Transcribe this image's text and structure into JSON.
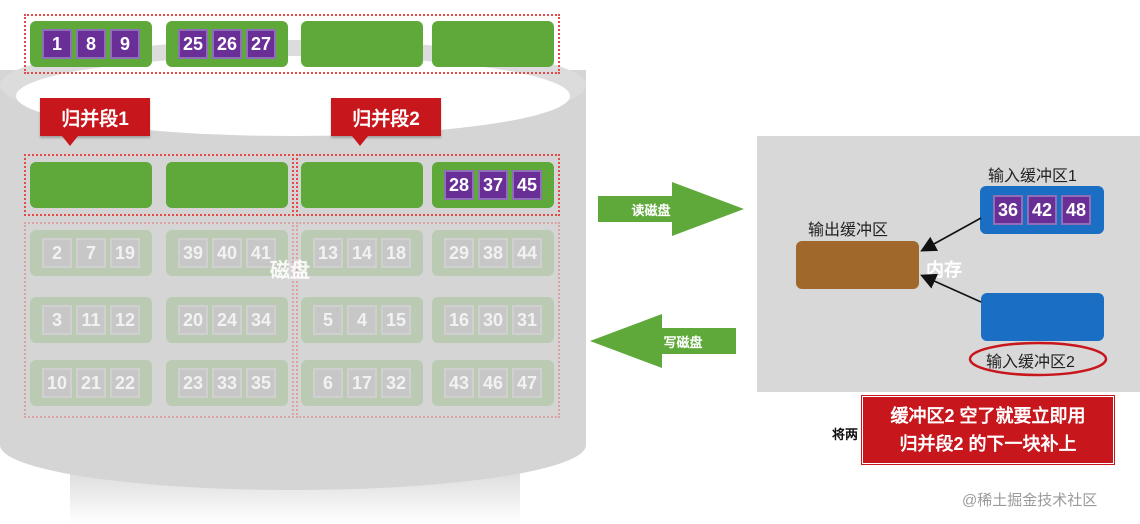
{
  "top_row": {
    "blocks": [
      {
        "values": [
          "1",
          "8",
          "9"
        ]
      },
      {
        "values": [
          "25",
          "26",
          "27"
        ]
      },
      {
        "values": []
      },
      {
        "values": []
      }
    ]
  },
  "segments": {
    "seg1_label": "归并段1",
    "seg2_label": "归并段2"
  },
  "active_row": {
    "blocks": [
      {
        "values": []
      },
      {
        "values": []
      },
      {
        "values": []
      },
      {
        "values": [
          "28",
          "37",
          "45"
        ]
      }
    ]
  },
  "faded_rows": [
    {
      "blocks": [
        [
          "2",
          "7",
          "19"
        ],
        [
          "39",
          "40",
          "41"
        ],
        [
          "13",
          "14",
          "18"
        ],
        [
          "29",
          "38",
          "44"
        ]
      ]
    },
    {
      "blocks": [
        [
          "3",
          "11",
          "12"
        ],
        [
          "20",
          "24",
          "34"
        ],
        [
          "5",
          "4",
          "15"
        ],
        [
          "16",
          "30",
          "31"
        ]
      ]
    },
    {
      "blocks": [
        [
          "10",
          "21",
          "22"
        ],
        [
          "23",
          "33",
          "35"
        ],
        [
          "6",
          "17",
          "32"
        ],
        [
          "43",
          "46",
          "47"
        ]
      ]
    }
  ],
  "disk_label": "磁盘",
  "arrows": {
    "read": "读磁盘",
    "write": "写磁盘"
  },
  "memory": {
    "label": "内存",
    "output_buffer_label": "输出缓冲区",
    "input_buffer1_label": "输入缓冲区1",
    "input_buffer1_values": [
      "36",
      "42",
      "48"
    ],
    "input_buffer2_label": "输入缓冲区2"
  },
  "note": {
    "line1": "缓冲区2 空了就要立即用",
    "line2": "归并段2 的下一块补上"
  },
  "caption_fragment": "将两",
  "watermark": "@稀土掘金技术社区",
  "colors": {
    "green_block": "#5fa83a",
    "purple_cell": "#6a2f97",
    "red_callout": "#c8161d",
    "output_buffer": "#a0682a",
    "input_buffer": "#1a6fc4",
    "arrow": "#5fa83a"
  }
}
